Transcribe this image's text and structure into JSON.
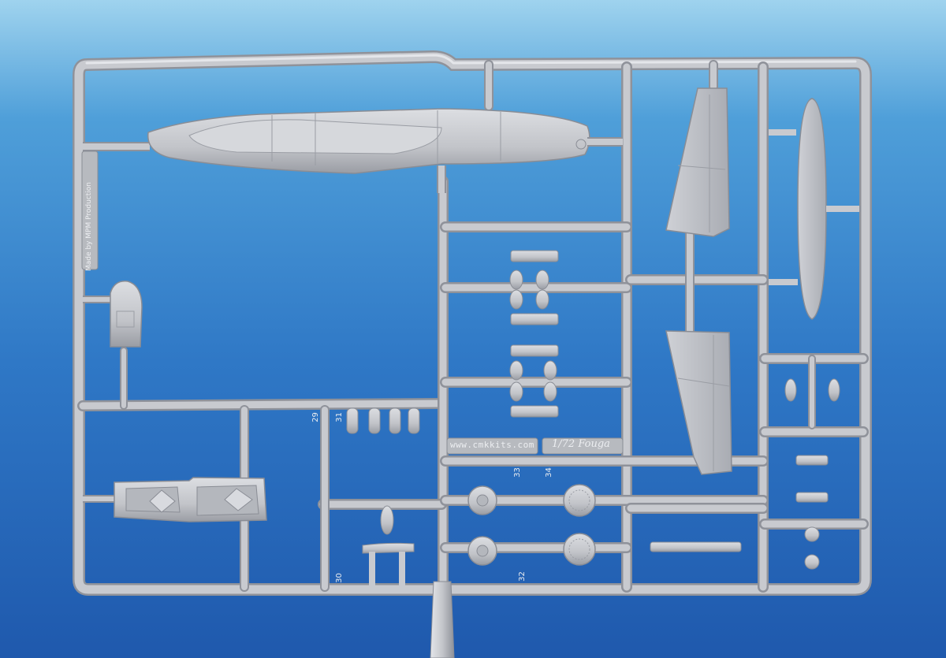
{
  "image": {
    "subject": "plastic model kit sprue",
    "labels": {
      "website": "www.cmkkits.com",
      "scale_title": "1/72 Fouga",
      "vertical_text": "Made by MPM Production"
    },
    "part_numbers": [
      "29",
      "31",
      "30",
      "33",
      "34",
      "32"
    ],
    "colors": {
      "background_top": "#9fd3ee",
      "background_bottom": "#1f59ad",
      "plastic": "#c3c5ca",
      "plastic_shadow": "#9a9da4",
      "plastic_highlight": "#e1e3e7"
    }
  }
}
